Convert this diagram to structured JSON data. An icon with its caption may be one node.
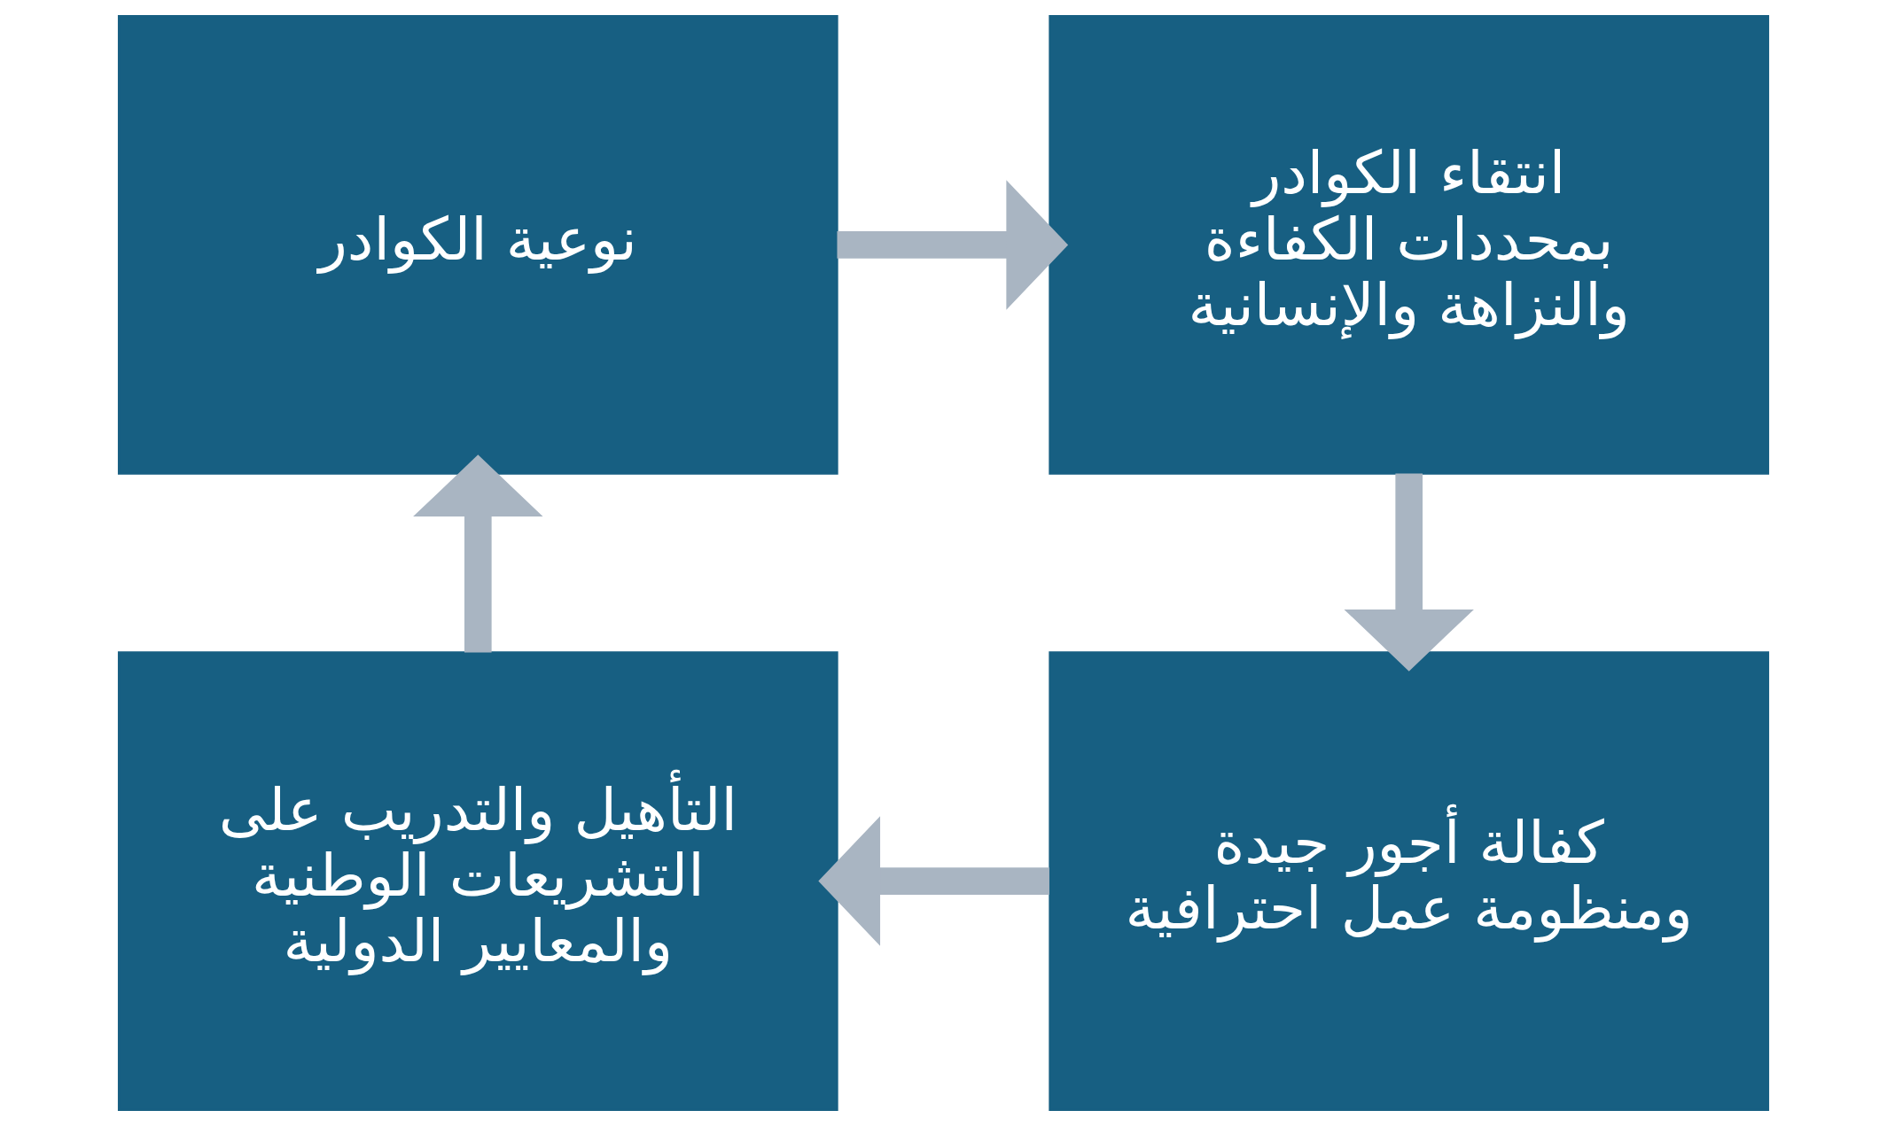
{
  "diagram": {
    "nodes": [
      {
        "text": [
          "نوعية الكوادر"
        ]
      },
      {
        "text": [
          "انتقاء الكوادر بمحددات الكفاءة والنزاهة والإنسانية"
        ]
      },
      {
        "text": [
          "كفالة أجور جيدة ومنظومة عمل احترافية"
        ]
      },
      {
        "text": [
          "التأهيل والتدريب على التشريعات الوطنية والمعايير الدولية"
        ]
      }
    ],
    "edges": [
      {
        "from": 0,
        "to": 1,
        "arrow": "to"
      },
      {
        "from": 1,
        "to": 2,
        "arrow": "to"
      },
      {
        "from": 2,
        "to": 3,
        "arrow": "to"
      },
      {
        "from": 3,
        "to": 0,
        "arrow": "to"
      }
    ]
  }
}
